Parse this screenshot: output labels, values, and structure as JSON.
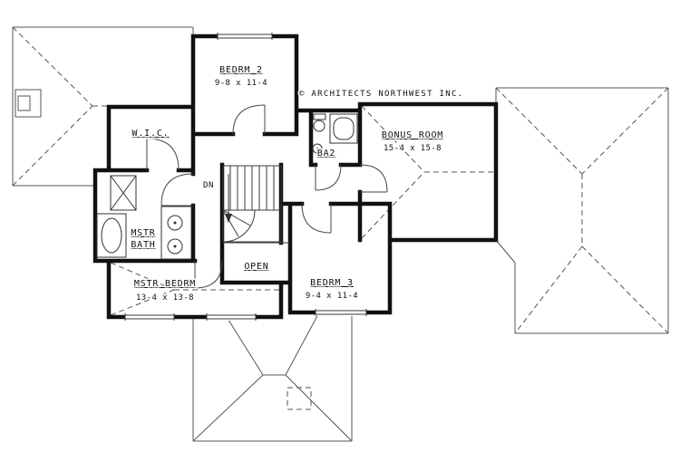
{
  "drawing": {
    "copyright": "© ARCHITECTS NORTHWEST INC.",
    "stair_label": "DN",
    "rooms": {
      "bedrm2": {
        "name": "BEDRM 2",
        "dims": "9-8 x 11-4"
      },
      "wic": {
        "name": "W.I.C."
      },
      "ba2": {
        "name": "BA2"
      },
      "bonus_room": {
        "name": "BONUS ROOM",
        "dims": "15-4 x 15-8"
      },
      "mstr_bath": {
        "line1": "MSTR",
        "line2": "BATH"
      },
      "open_area": {
        "name": "OPEN"
      },
      "mstr_bedrm": {
        "name": "MSTR BEDRM",
        "dims": "13-4 x 13-8"
      },
      "bedrm3": {
        "name": "BEDRM 3",
        "dims": "9-4 x 11-4"
      }
    },
    "colors": {
      "walls": "#111111",
      "thin_lines": "#555555",
      "background": "#ffffff"
    }
  }
}
